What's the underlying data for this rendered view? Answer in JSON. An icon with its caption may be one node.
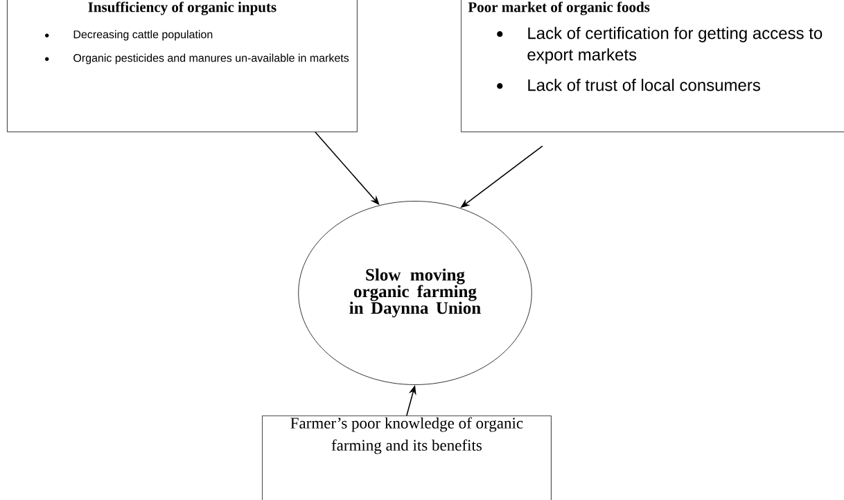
{
  "diagram": {
    "nodes": [
      {
        "text": [
          "Insufficiency of organic inputs",
          "Decreasing cattle population",
          "Organic pesticides and manures un-available in markets"
        ]
      },
      {
        "text": [
          "Poor market of organic foods",
          "Lack of certification for getting access to export markets",
          "Lack of trust of local consumers"
        ]
      },
      {
        "text": [
          "Slow moving organic farming in Daynna Union"
        ]
      },
      {
        "text": [
          "Farmer’s poor knowledge of organic farming and its benefits"
        ]
      }
    ],
    "edges": [
      {
        "from": 0,
        "to": 2,
        "arrow": "to"
      },
      {
        "from": 1,
        "to": 2,
        "arrow": "to"
      },
      {
        "from": 3,
        "to": 2,
        "arrow": "to"
      }
    ]
  }
}
